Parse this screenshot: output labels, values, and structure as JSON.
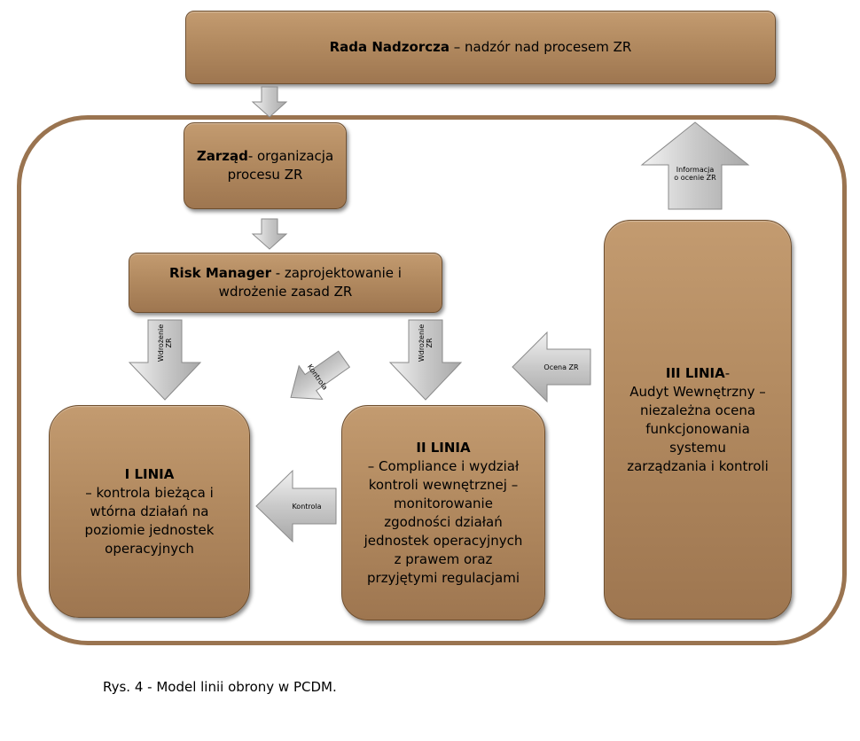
{
  "boxes": {
    "board": {
      "title": "Rada Nadzorcza",
      "text": " – nadzór nad procesem ZR"
    },
    "management": {
      "title": "Zarząd",
      "text_1": "- organizacja",
      "text_2": "procesu ZR"
    },
    "risk_manager": {
      "title": "Risk Manager",
      "text_1": " - zaprojektowanie i",
      "text_2": "wdrożenie zasad ZR"
    },
    "line1": {
      "title": "I LINIA",
      "lines": [
        "– kontrola bieżąca i",
        "wtórna działań na",
        "poziomie jednostek",
        "operacyjnych"
      ]
    },
    "line2": {
      "title": "II LINIA",
      "lines": [
        "– Compliance i wydział",
        "kontroli wewnętrznej –",
        "monitorowanie",
        "zgodności działań",
        "jednostek operacyjnych",
        "z prawem oraz",
        "przyjętymi regulacjami"
      ]
    },
    "line3": {
      "title": "III LINIA",
      "title_suffix": "-",
      "lines": [
        "Audyt Wewnętrzny –",
        "niezależna ocena",
        "funkcjonowania",
        "systemu",
        "zarządzania i kontroli"
      ]
    }
  },
  "arrows": {
    "info": {
      "line_1": "Informacja",
      "line_2": "o ocenie ZR"
    },
    "deploy_left": {
      "line_1": "Wdrożenie",
      "line_2": "ZR"
    },
    "deploy_right": {
      "line_1": "Wdrożenie",
      "line_2": "ZR"
    },
    "control_diag": "Kontrola",
    "control_left": "Kontrola",
    "assessment": "Ocena ZR"
  },
  "caption": "Rys. 4 - Model linii obrony w PCDM."
}
